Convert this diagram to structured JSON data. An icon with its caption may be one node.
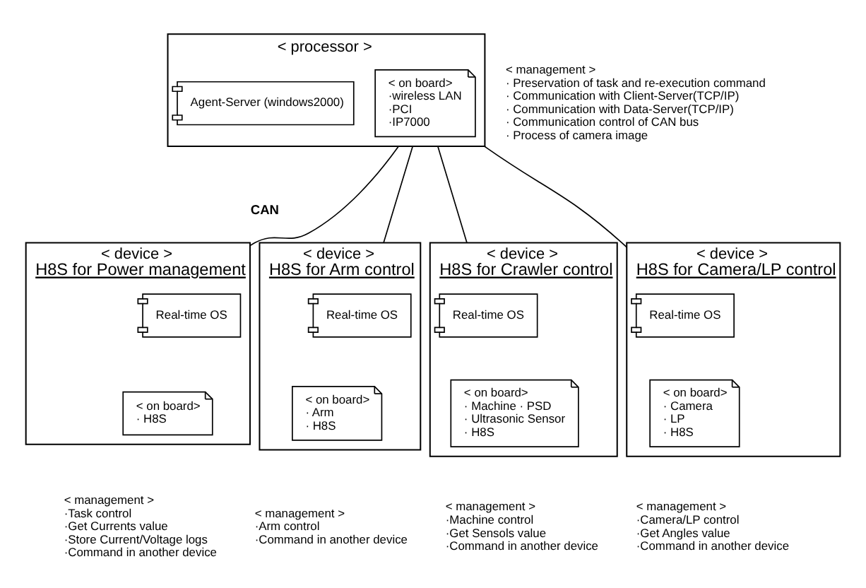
{
  "diagram": {
    "nodes": [
      {
        "text": [
          "< processor >"
        ],
        "beside": [
          "< management >",
          "· Preservation of task and re-execution command",
          "· Communication with Client-Server(TCP/IP)",
          "· Communication with Data-Server(TCP/IP)",
          "· Communication control of CAN bus",
          "· Process of camera image"
        ]
      },
      {
        "text": [
          "Agent-Server (windows2000)"
        ],
        "in": 0
      },
      {
        "text": [
          "< on board>",
          "·wireless LAN",
          "·PCI",
          "·IP7000"
        ],
        "in": 0
      },
      {
        "text": [
          "< device >",
          "H8S for Power management"
        ],
        "beside": [
          "< management >",
          "·Task control",
          "·Get Currents value",
          "·Store Current/Voltage logs",
          "·Command in another device"
        ]
      },
      {
        "text": [
          "Real-time OS"
        ],
        "in": 3
      },
      {
        "text": [
          "< on board>",
          "· H8S"
        ],
        "in": 3
      },
      {
        "text": [
          "< device >",
          "H8S for Arm control"
        ],
        "beside": [
          "< management >",
          "·Arm control",
          "·Command in another device"
        ]
      },
      {
        "text": [
          "Real-time OS"
        ],
        "in": 6
      },
      {
        "text": [
          "< on board>",
          "· Arm",
          "· H8S"
        ],
        "in": 6
      },
      {
        "text": [
          "< device >",
          "H8S for Crawler control"
        ],
        "beside": [
          "< management >",
          "·Machine control",
          "·Get Sensols value",
          "·Command in another device"
        ]
      },
      {
        "text": [
          "Real-time OS"
        ],
        "in": 9
      },
      {
        "text": [
          "< on board>",
          "· Machine · PSD",
          "· Ultrasonic Sensor",
          "· H8S"
        ],
        "in": 9
      },
      {
        "text": [
          "< device >",
          "H8S for Camera/LP control"
        ],
        "beside": [
          "< management >",
          "·Camera/LP control",
          "·Get Angles value",
          "·Command in another device"
        ]
      },
      {
        "text": [
          "Real-time OS"
        ],
        "in": 12
      },
      {
        "text": [
          "< on board>",
          "· Camera",
          "· LP",
          "· H8S"
        ],
        "in": 12
      }
    ],
    "edges": [
      {
        "from": 0,
        "to": 3,
        "arrow": "none"
      },
      {
        "from": 0,
        "to": 6,
        "arrow": "none"
      },
      {
        "from": 0,
        "to": 9,
        "arrow": "none"
      },
      {
        "from": 0,
        "to": 12,
        "arrow": "none"
      }
    ],
    "labels": [
      "CAN"
    ]
  }
}
